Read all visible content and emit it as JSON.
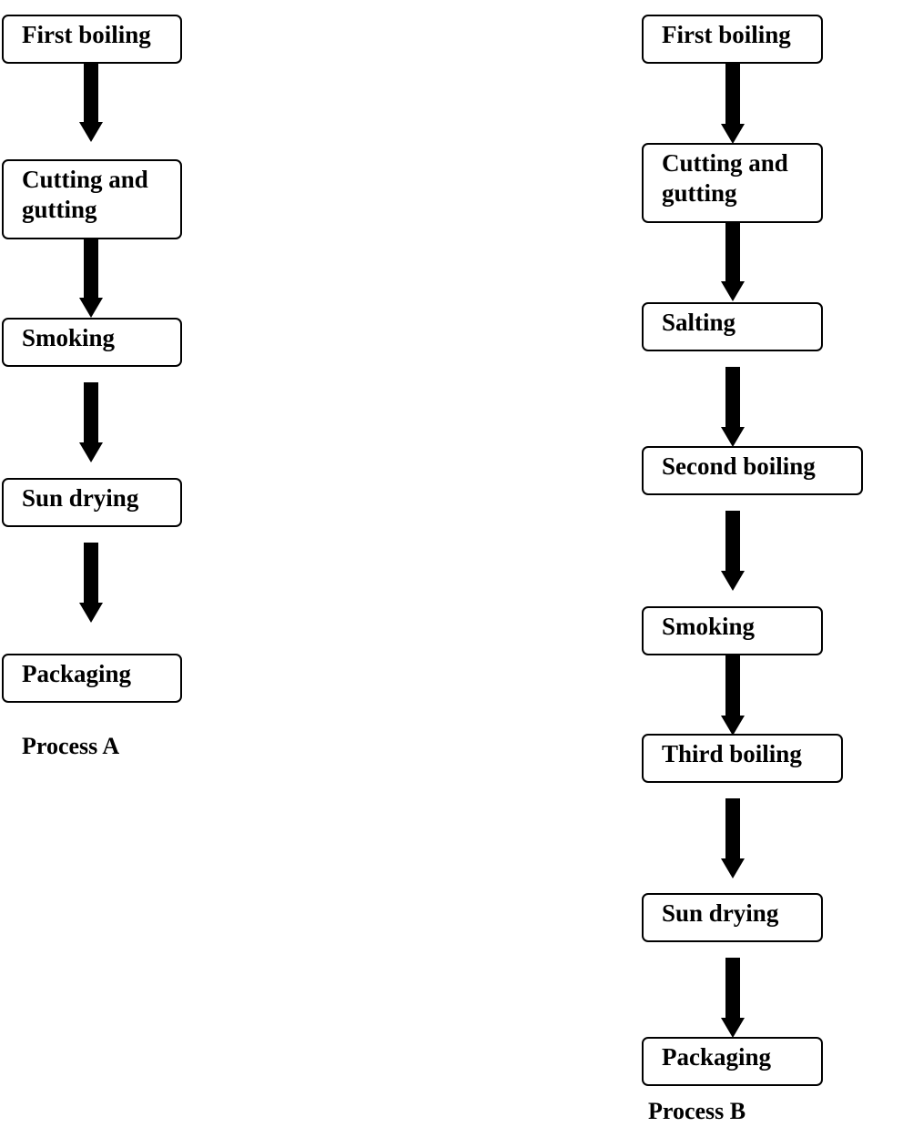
{
  "process_a": {
    "caption": "Process A",
    "steps": [
      "First boiling",
      "Cutting and\ngutting",
      "Smoking",
      "Sun drying",
      "Packaging"
    ]
  },
  "process_b": {
    "caption": "Process B",
    "steps": [
      "First boiling",
      "Cutting and\ngutting",
      "Salting",
      "Second boiling",
      "Smoking",
      "Third boiling",
      "Sun drying",
      "Packaging"
    ]
  }
}
